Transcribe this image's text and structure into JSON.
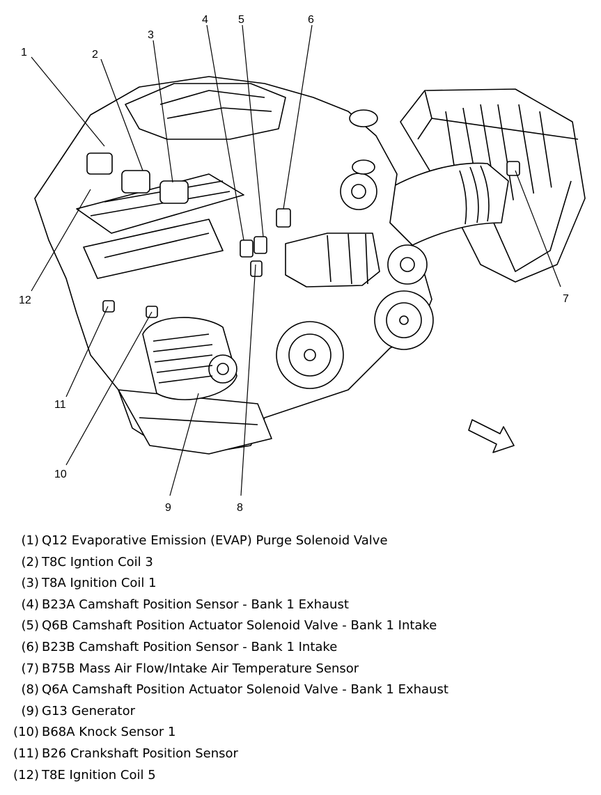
{
  "callouts": [
    "1",
    "2",
    "3",
    "4",
    "5",
    "6",
    "7",
    "8",
    "9",
    "10",
    "11",
    "12"
  ],
  "legend": [
    {
      "num": "(1)",
      "text": "Q12 Evaporative Emission (EVAP) Purge Solenoid Valve"
    },
    {
      "num": "(2)",
      "text": "T8C Igntion Coil 3"
    },
    {
      "num": "(3)",
      "text": "T8A Ignition Coil 1"
    },
    {
      "num": "(4)",
      "text": "B23A Camshaft Position Sensor - Bank 1 Exhaust"
    },
    {
      "num": "(5)",
      "text": "Q6B Camshaft Position Actuator Solenoid Valve - Bank 1 Intake"
    },
    {
      "num": "(6)",
      "text": "B23B Camshaft Position Sensor - Bank 1 Intake"
    },
    {
      "num": "(7)",
      "text": "B75B Mass Air Flow/Intake Air Temperature Sensor"
    },
    {
      "num": "(8)",
      "text": "Q6A Camshaft Position Actuator Solenoid Valve - Bank 1 Exhaust"
    },
    {
      "num": "(9)",
      "text": "G13 Generator"
    },
    {
      "num": "(10)",
      "text": "B68A Knock Sensor 1"
    },
    {
      "num": "(11)",
      "text": "B26 Crankshaft Position Sensor"
    },
    {
      "num": "(12)",
      "text": "T8E Ignition Coil 5"
    }
  ]
}
